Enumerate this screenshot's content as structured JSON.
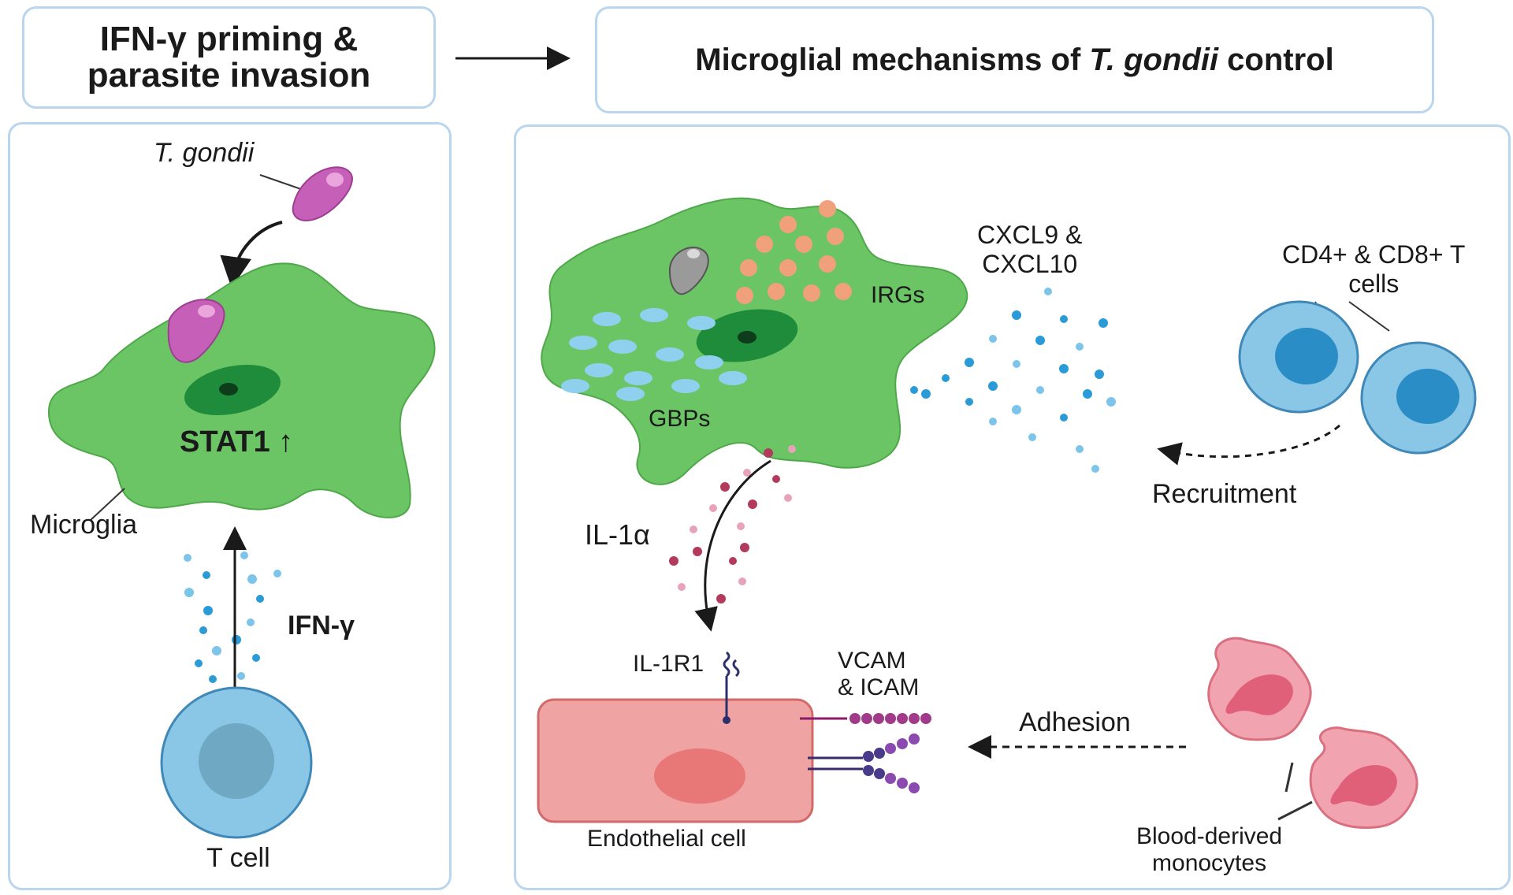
{
  "headers": {
    "left_line1": "IFN-γ priming &",
    "left_line2": "parasite invasion",
    "right_pre": "Microglial mechanisms of ",
    "right_italic": "T. gondii",
    "right_post": " control"
  },
  "labels": {
    "t_gondii": "T. gondii",
    "stat1": "STAT1",
    "stat1_arrow": "↑",
    "microglia": "Microglia",
    "ifn_gamma": "IFN-γ",
    "t_cell": "T cell",
    "cxcl_line1": "CXCL9 &",
    "cxcl_line2": "CXCL10",
    "irgs": "IRGs",
    "gbps": "GBPs",
    "cd_line1": "CD4+ & CD8+ T",
    "cd_line2": "cells",
    "recruitment": "Recruitment",
    "il1a": "IL-1α",
    "il1r1": "IL-1R1",
    "vcam_line1": "VCAM",
    "vcam_line2": "& ICAM",
    "adhesion": "Adhesion",
    "endothelial": "Endothelial cell",
    "mono_line1": "Blood-derived",
    "mono_line2": "monocytes"
  },
  "colors": {
    "panel_border": "#b9d6ee",
    "microglia_green": "#6cc564",
    "nucleus_green": "#1e8c3a",
    "parasite_pink": "#c65fb8",
    "tcell_blue": "#8ac7e6",
    "chemokine_blue": "#2a9bd6",
    "il1a_red": "#b23a5c",
    "endothelial_pink": "#f0a3a3",
    "monocyte_pink": "#f2a3b0",
    "irg_orange": "#f0a07a"
  }
}
